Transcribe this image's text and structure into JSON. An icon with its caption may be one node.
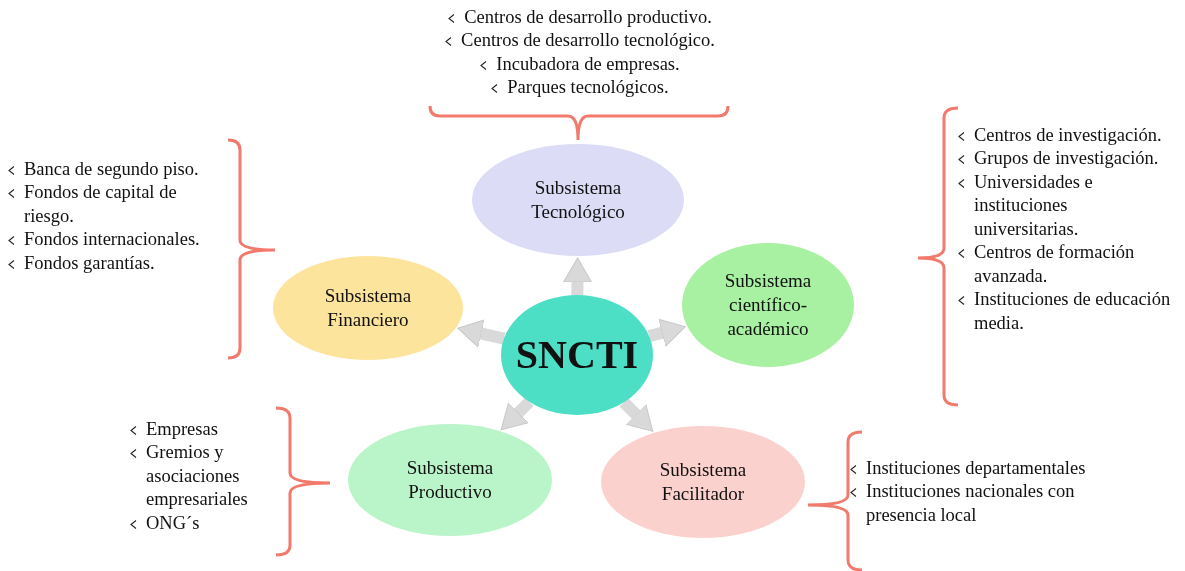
{
  "diagram": {
    "nodes": [
      {
        "text": [
          "Subsistema Tecnológico"
        ],
        "beside": [
          "Centros de desarrollo productivo.",
          "Centros de desarrollo tecnológico.",
          "Incubadora de empresas.",
          "Parques tecnológicos."
        ]
      },
      {
        "text": [
          "Subsistema Financiero"
        ],
        "beside": [
          "Banca de segundo piso.",
          "Fondos de capital de riesgo.",
          "Fondos internacionales.",
          "Fondos garantías."
        ]
      },
      {
        "text": [
          "Subsistema científico-académico"
        ],
        "beside": [
          "Centros de investigación.",
          "Grupos de investigación.",
          "Universidades e instituciones universitarias.",
          "Centros de formación avanzada.",
          "Instituciones de educación media."
        ]
      },
      {
        "text": [
          "SNCTI"
        ]
      },
      {
        "text": [
          "Subsistema Productivo"
        ],
        "beside": [
          "Empresas",
          "Gremios y asociaciones empresariales",
          "ONG´s"
        ]
      },
      {
        "text": [
          "Subsistema Facilitador"
        ],
        "beside": [
          "Instituciones departamentales",
          "Instituciones nacionales con presencia local"
        ]
      }
    ],
    "edges": [
      {
        "from": 3,
        "to": 0,
        "arrow": "to"
      },
      {
        "from": 3,
        "to": 1,
        "arrow": "to"
      },
      {
        "from": 3,
        "to": 2,
        "arrow": "to"
      },
      {
        "from": 3,
        "to": 4,
        "arrow": "to"
      },
      {
        "from": 3,
        "to": 5,
        "arrow": "to"
      }
    ]
  }
}
